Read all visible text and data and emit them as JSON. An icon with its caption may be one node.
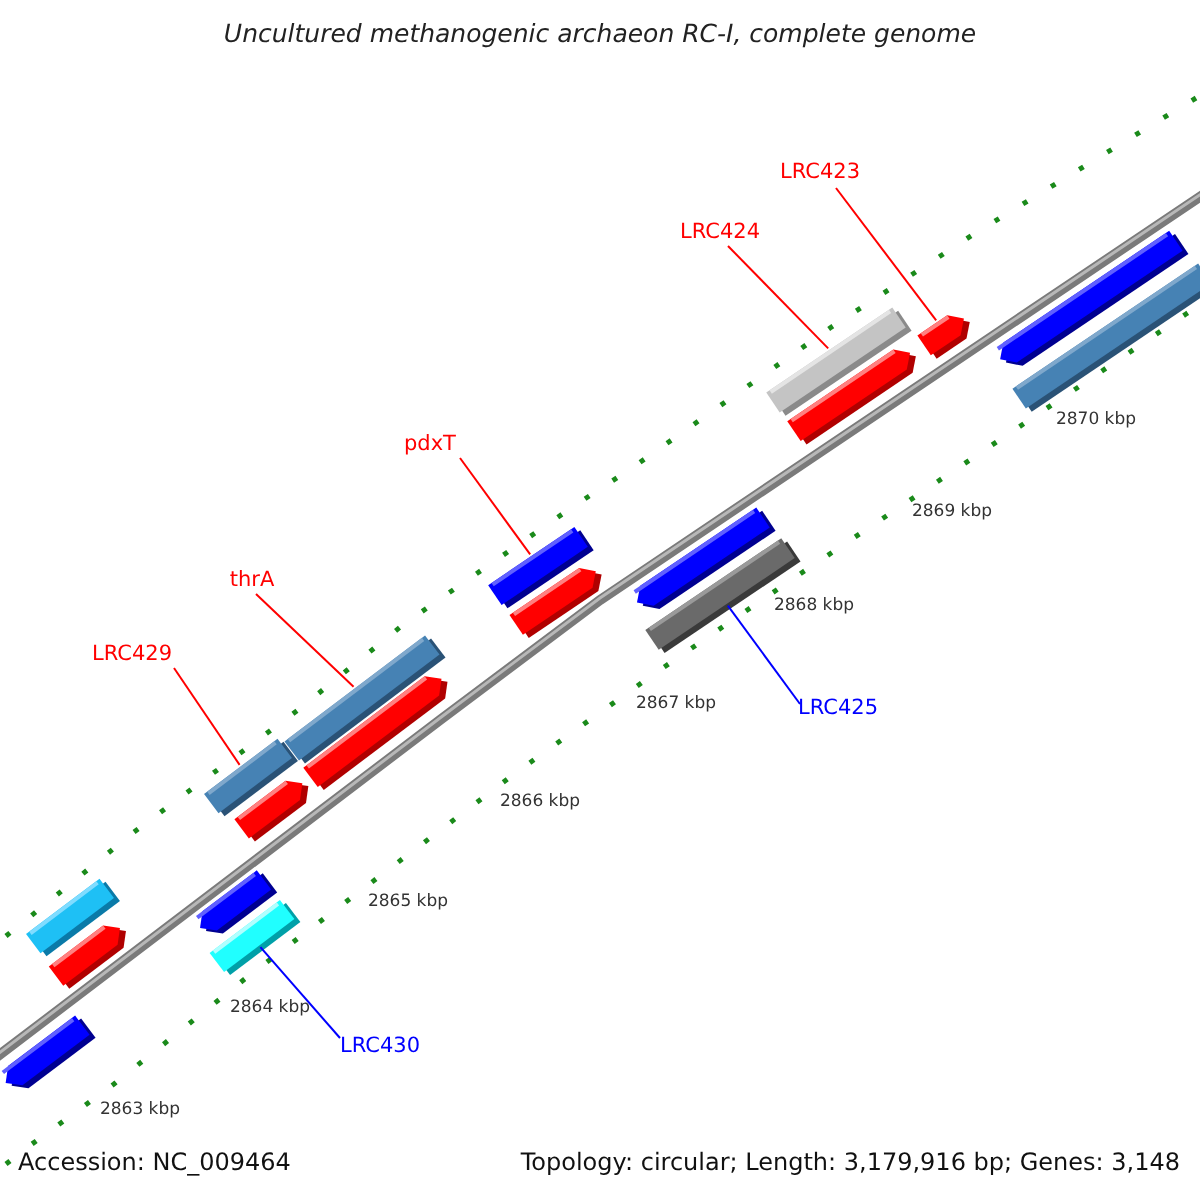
{
  "diagram": {
    "title": "Uncultured methanogenic archaeon RC-I, complete genome",
    "nodes": [
      {
        "text": [
          "LRC423"
        ]
      },
      {
        "text": [
          "LRC424"
        ]
      },
      {
        "text": [
          "pdxT"
        ]
      },
      {
        "text": [
          "thrA"
        ]
      },
      {
        "text": [
          "LRC429"
        ]
      },
      {
        "text": [
          "LRC425"
        ]
      },
      {
        "text": [
          "LRC430"
        ]
      },
      {
        "text": [],
        "shape": "bar"
      },
      {
        "text": [],
        "shape": "bar"
      },
      {
        "text": [],
        "shape": "bar"
      },
      {
        "text": [],
        "shape": "bar"
      },
      {
        "text": [],
        "shape": "bar"
      },
      {
        "text": [],
        "shape": "bar"
      },
      {
        "text": [],
        "shape": "bar"
      },
      {
        "text": [],
        "shape": "bar"
      },
      {
        "text": [],
        "shape": "bar"
      },
      {
        "text": [],
        "shape": "bar"
      },
      {
        "text": [],
        "shape": "bar"
      },
      {
        "text": [],
        "shape": "bar"
      },
      {
        "text": [],
        "shape": "bar"
      },
      {
        "text": [],
        "shape": "bar"
      },
      {
        "text": [],
        "shape": "bar"
      },
      {
        "text": [],
        "shape": "bar"
      },
      {
        "text": [],
        "shape": "bar"
      },
      {
        "text": [],
        "shape": "bar"
      }
    ],
    "edges": [
      {
        "from": 0,
        "to": 22,
        "arrow": "none"
      },
      {
        "from": 1,
        "to": 20,
        "arrow": "none"
      },
      {
        "from": 2,
        "to": 16,
        "arrow": "none"
      },
      {
        "from": 3,
        "to": 14,
        "arrow": "none"
      },
      {
        "from": 4,
        "to": 11,
        "arrow": "none"
      },
      {
        "from": 5,
        "to": 19,
        "arrow": "none",
        "color": "#0000ff"
      },
      {
        "from": 6,
        "to": 12,
        "arrow": "none",
        "color": "#0000ff"
      }
    ],
    "labels": [
      "2870 kbp",
      "2869 kbp",
      "2868 kbp",
      "2867 kbp",
      "2866 kbp",
      "2865 kbp",
      "2864 kbp",
      "2863 kbp",
      "Accession: NC_009464",
      "Topology: circular; Length: 3,179,916 bp; Genes: 3,148"
    ]
  }
}
